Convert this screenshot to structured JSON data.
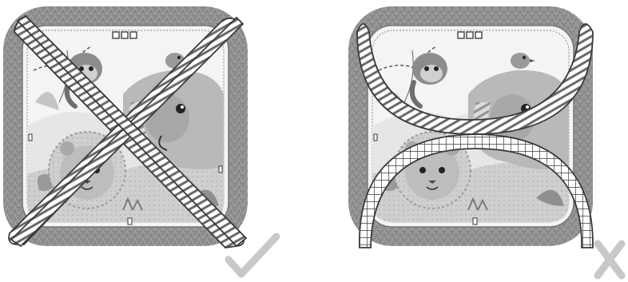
{
  "panels": [
    {
      "id": "correct",
      "result_icon": "checkmark-icon",
      "arch_style": "crossed-diagonal",
      "arch_labels": []
    },
    {
      "id": "incorrect",
      "result_icon": "cross-icon",
      "arch_style": "parallel-curved",
      "arch_labels": []
    }
  ],
  "colors": {
    "frame": "#8a8a8a",
    "frame_pattern": "#a3a3a3",
    "mat": "#e9e9e9",
    "arch_fill": "#ffffff",
    "arch_stroke": "#4a4a4a",
    "mark": "#c8c8c8"
  },
  "illustration": [
    "monkey",
    "elephant",
    "bird",
    "lion",
    "leaves"
  ]
}
